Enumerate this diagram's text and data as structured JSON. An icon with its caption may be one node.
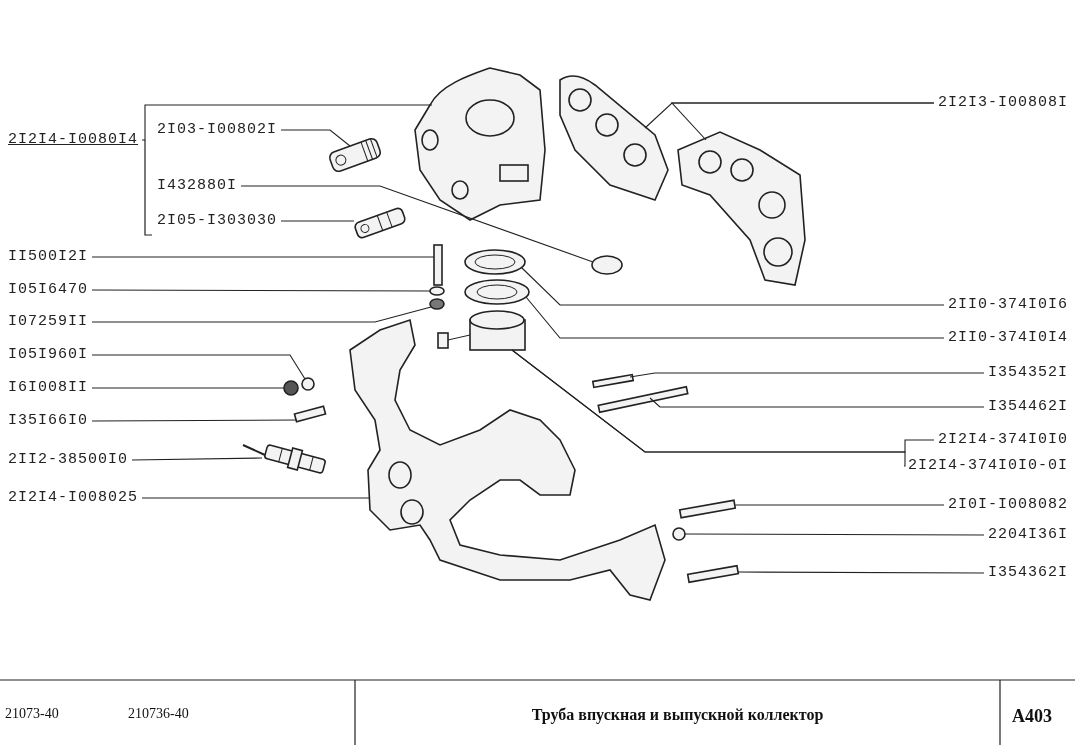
{
  "diagram": {
    "title": "Труба впускная и выпускной коллектор",
    "nodes": [
      {
        "text": [
          "2I2I4-I0080I4"
        ]
      },
      {
        "text": [
          "2I03-I00802I"
        ]
      },
      {
        "text": [
          "I432880I"
        ]
      },
      {
        "text": [
          "2I05-I303030"
        ]
      },
      {
        "text": [
          "II500I2I"
        ]
      },
      {
        "text": [
          "I05I6470"
        ]
      },
      {
        "text": [
          "I07259II"
        ]
      },
      {
        "text": [
          "I05I960I"
        ]
      },
      {
        "text": [
          "I6I008II"
        ]
      },
      {
        "text": [
          "I35I66I0"
        ]
      },
      {
        "text": [
          "2II2-38500I0"
        ]
      },
      {
        "text": [
          "2I2I4-I008025"
        ]
      },
      {
        "text": [
          "2I2I3-I00808I"
        ]
      },
      {
        "text": [
          "2II0-374I0I6"
        ]
      },
      {
        "text": [
          "2II0-374I0I4"
        ]
      },
      {
        "text": [
          "I354352I"
        ]
      },
      {
        "text": [
          "I354462I"
        ]
      },
      {
        "text": [
          "2I2I4-374I0I0"
        ]
      },
      {
        "text": [
          "2I2I4-374I0I0-0I"
        ]
      },
      {
        "text": [
          "2I0I-I008082"
        ]
      },
      {
        "text": [
          "2204I36I"
        ]
      },
      {
        "text": [
          "I354362I"
        ]
      },
      {
        "text": [],
        "shape": "picture"
      },
      {
        "text": [],
        "shape": "picture"
      },
      {
        "text": [],
        "shape": "picture"
      },
      {
        "text": [],
        "shape": "picture"
      },
      {
        "text": [],
        "shape": "circle"
      },
      {
        "text": [],
        "shape": "picture"
      },
      {
        "text": [],
        "shape": "bar"
      },
      {
        "text": [],
        "shape": "circle"
      },
      {
        "text": [],
        "shape": "circle"
      },
      {
        "text": [],
        "shape": "picture"
      },
      {
        "text": [],
        "shape": "picture"
      },
      {
        "text": [],
        "shape": "picture"
      },
      {
        "text": [],
        "shape": "circle"
      },
      {
        "text": [],
        "shape": "circle"
      },
      {
        "text": [],
        "shape": "bar"
      },
      {
        "text": [],
        "shape": "bar"
      },
      {
        "text": [],
        "shape": "bar"
      },
      {
        "text": [],
        "shape": "picture"
      },
      {
        "text": [],
        "shape": "picture"
      },
      {
        "text": [],
        "shape": "bar"
      },
      {
        "text": [],
        "shape": "circle"
      },
      {
        "text": [],
        "shape": "bar"
      }
    ],
    "edges": [
      {
        "from": 0,
        "to": 22,
        "arrow": "none"
      },
      {
        "from": 1,
        "to": 25,
        "arrow": "none"
      },
      {
        "from": 2,
        "to": 26,
        "arrow": "none"
      },
      {
        "from": 3,
        "to": 27,
        "arrow": "none"
      },
      {
        "from": 4,
        "to": 28,
        "arrow": "none"
      },
      {
        "from": 5,
        "to": 29,
        "arrow": "none"
      },
      {
        "from": 6,
        "to": 30,
        "arrow": "none"
      },
      {
        "from": 7,
        "to": 34,
        "arrow": "none"
      },
      {
        "from": 8,
        "to": 35,
        "arrow": "none"
      },
      {
        "from": 9,
        "to": 36,
        "arrow": "none"
      },
      {
        "from": 10,
        "to": 39,
        "arrow": "none"
      },
      {
        "from": 11,
        "to": 40,
        "arrow": "none"
      },
      {
        "from": 12,
        "to": 23,
        "arrow": "none"
      },
      {
        "from": 12,
        "to": 24,
        "arrow": "none"
      },
      {
        "from": 13,
        "to": 31,
        "arrow": "none"
      },
      {
        "from": 14,
        "to": 32,
        "arrow": "none"
      },
      {
        "from": 15,
        "to": 37,
        "arrow": "none"
      },
      {
        "from": 16,
        "to": 38,
        "arrow": "none"
      },
      {
        "from": 17,
        "to": 33,
        "arrow": "none"
      },
      {
        "from": 18,
        "to": 33,
        "arrow": "none"
      },
      {
        "from": 19,
        "to": 41,
        "arrow": "none"
      },
      {
        "from": 20,
        "to": 42,
        "arrow": "none"
      },
      {
        "from": 21,
        "to": 43,
        "arrow": "none"
      }
    ],
    "labels": [
      "21073-40",
      "210736-40",
      "A403"
    ]
  }
}
